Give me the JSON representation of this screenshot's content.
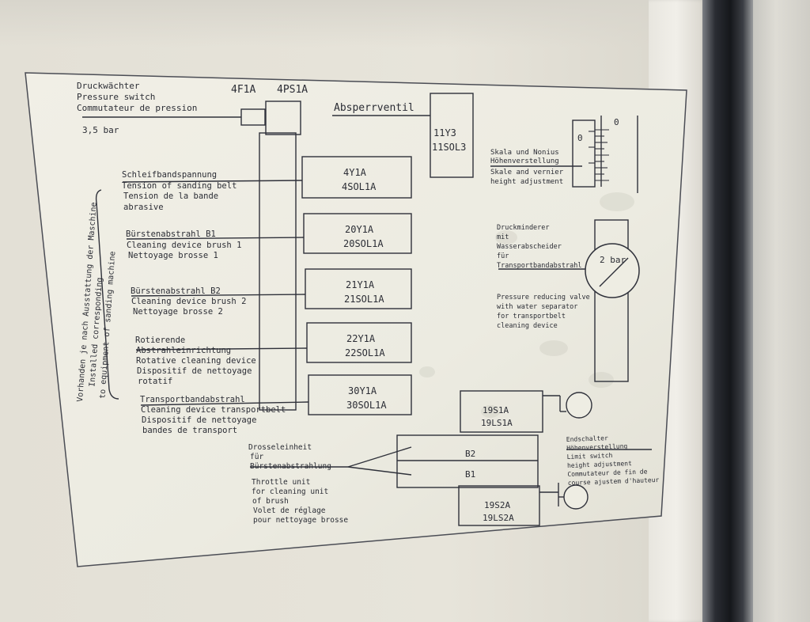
{
  "labels": {
    "pressure_switch_de": "Druckwächter",
    "pressure_switch_en": "Pressure switch",
    "pressure_switch_fr": "Commutateur de pression",
    "pressure_value": "3,5 bar",
    "code_4f1a": "4F1A",
    "code_4ps1a": "4PS1A",
    "shutoff_valve": "Absperrventil",
    "valve_11y3": "11Y3",
    "valve_11sol3": "11SOL3",
    "scale_de_1": "Skala und Nonius",
    "scale_de_2": "Höhenverstellung",
    "scale_en_1": "Skale and vernier",
    "scale_en_2": "height adjustment",
    "scale_zero_top": "0",
    "scale_zero_left": "0",
    "side_note_1": "Vorhanden je nach Ausstattung der Maschine",
    "side_note_2": "Installed corresponding",
    "side_note_3": "to equipment of sanding machine"
  },
  "valves": [
    {
      "y": "4Y1A",
      "sol": "4SOL1A",
      "lines": [
        "Schleifbandspannung",
        "Tension of sanding belt",
        "Tension de la bande",
        "abrasive"
      ]
    },
    {
      "y": "20Y1A",
      "sol": "20SOL1A",
      "lines": [
        "Bürstenabstrahl  B1",
        "Cleaning device brush 1",
        "Nettoyage brosse 1"
      ]
    },
    {
      "y": "21Y1A",
      "sol": "21SOL1A",
      "lines": [
        "Bürstenabstrahl  B2",
        "Cleaning device brush 2",
        "Nettoyage brosse 2"
      ]
    },
    {
      "y": "22Y1A",
      "sol": "22SOL1A",
      "lines": [
        "Rotierende",
        "Abstrahleinrichtung",
        "Rotative cleaning device",
        "Dispositif de nettoyage",
        "rotatif"
      ]
    },
    {
      "y": "30Y1A",
      "sol": "30SOL1A",
      "lines": [
        "Transportbandabstrahl",
        "Cleaning device transportbelt",
        "Dispositif de nettoyage",
        "bandes de transport"
      ]
    }
  ],
  "reducer": {
    "de": [
      "Druckminderer",
      "mit",
      "Wasserabscheider",
      "für",
      "Transportbandabstrahl"
    ],
    "en": [
      "Pressure reducing valve",
      "with water separator",
      "for transportbelt",
      "cleaning device"
    ],
    "gauge": "2 bar"
  },
  "limit_switches": [
    {
      "code": "19S1A",
      "sol": "19LS1A"
    },
    {
      "code": "19S2A",
      "sol": "19LS2A"
    }
  ],
  "limit_text": [
    "Endschalter",
    "Höhenverstellung",
    "Limit switch",
    "height adjustment",
    "Commutateur de fin de",
    "course ajustem d'hauteur"
  ],
  "throttle": {
    "b2": "B2",
    "b1": "B1",
    "lines": [
      "Drosseleinheit",
      "für",
      "Bürstenabstrahlung",
      "",
      "Throttle unit",
      "for cleaning unit",
      "of brush",
      "Volet de réglage",
      "pour nettoyage brosse"
    ]
  }
}
